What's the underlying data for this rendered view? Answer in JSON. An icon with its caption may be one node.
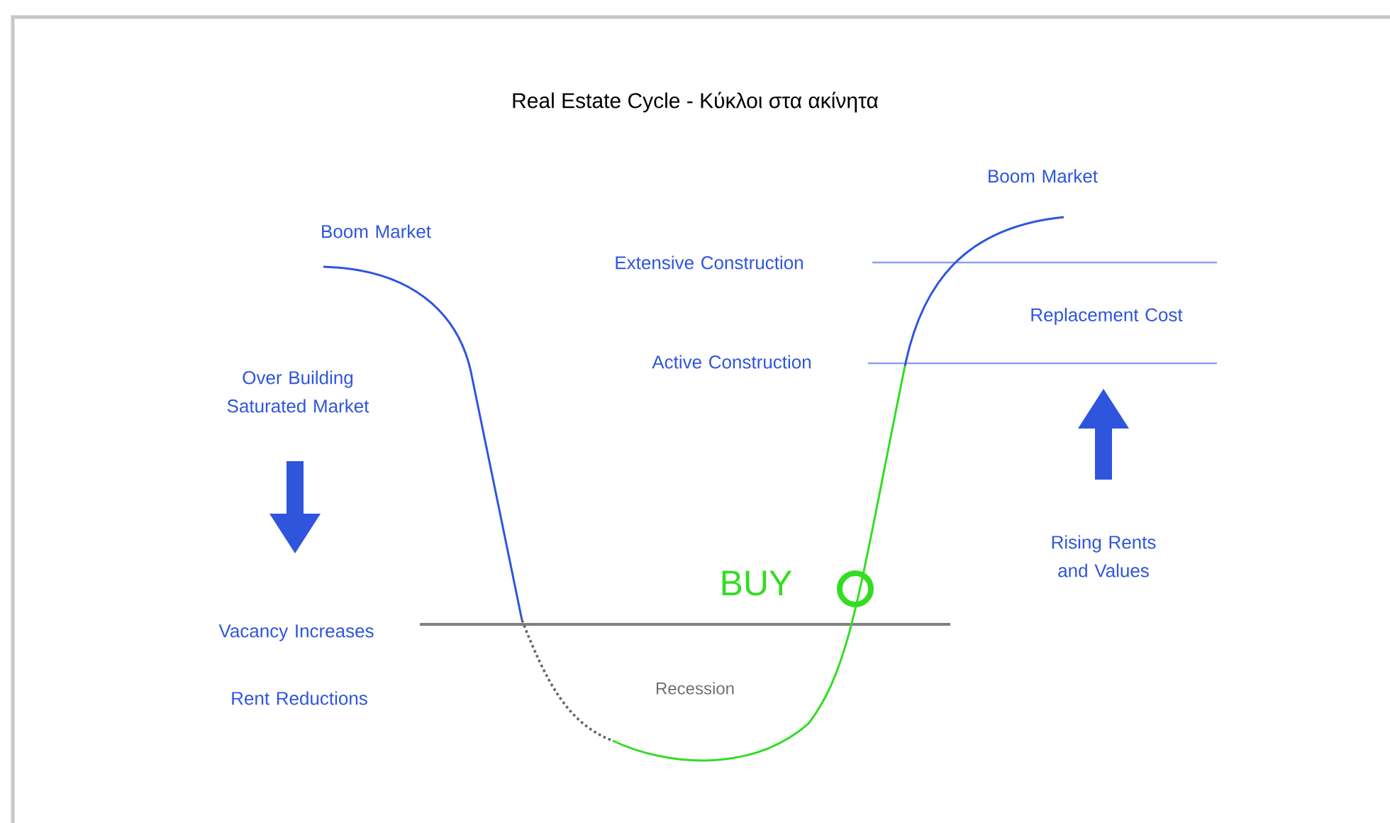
{
  "diagram": {
    "title": "Real Estate Cycle - Κύκλοι στα ακίνητα",
    "labels": [
      "Boom Market",
      "Boom Market",
      "Extensive Construction",
      "Replacement Cost",
      "Active Construction",
      "Over Building Saturated Market",
      "BUY",
      "Rising Rents and Values",
      "Vacancy Increases",
      "Rent Reductions",
      "Recession"
    ]
  }
}
